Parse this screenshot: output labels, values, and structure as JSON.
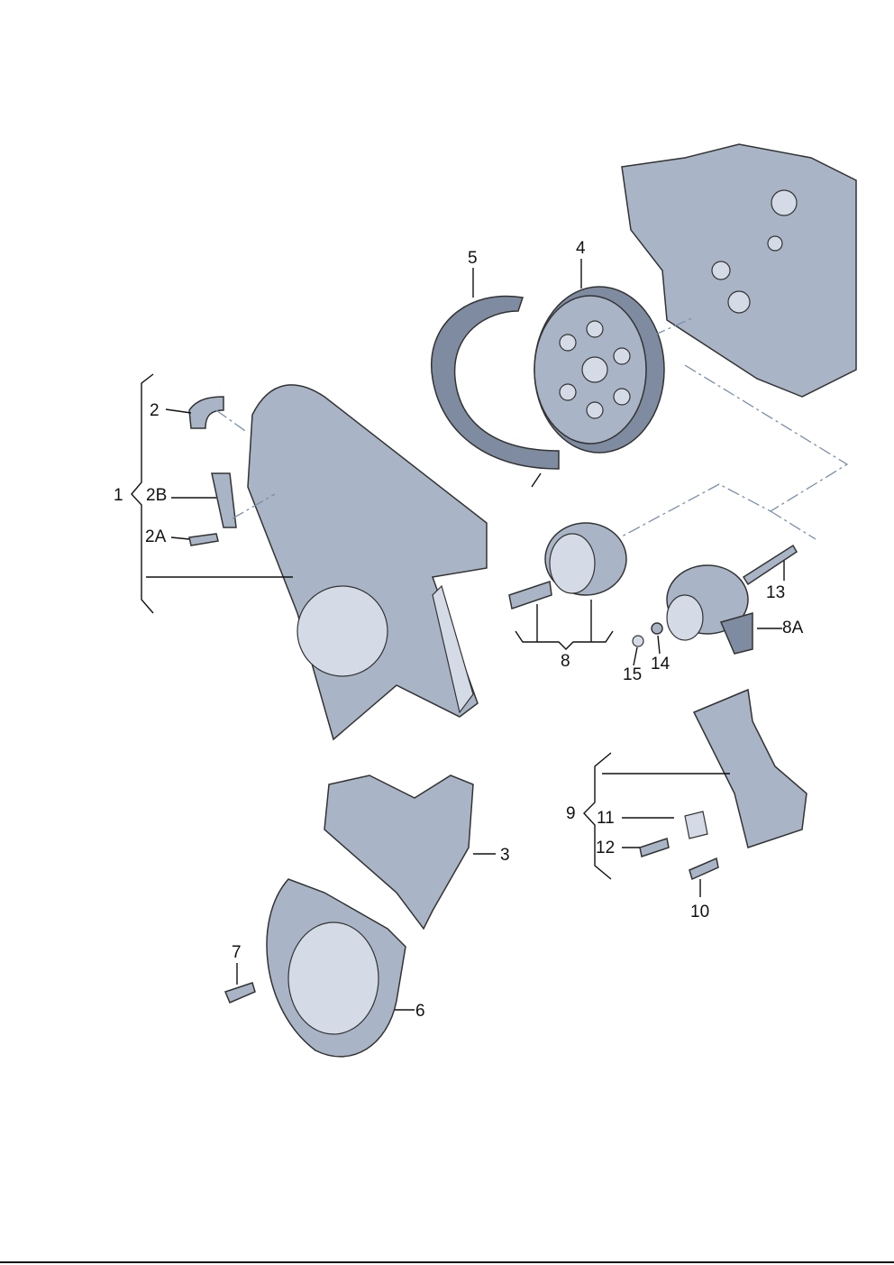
{
  "callouts": {
    "p1": "1",
    "p2": "2",
    "p2a": "2A",
    "p2b": "2B",
    "p3": "3",
    "p4": "4",
    "p5": "5",
    "p6": "6",
    "p7": "7",
    "p8": "8",
    "p8a": "8A",
    "p9": "9",
    "p10": "10",
    "p11": "11",
    "p12": "12",
    "p13": "13",
    "p14": "14",
    "p15": "15"
  },
  "colors": {
    "part": "#a9b5c6",
    "line": "#111111",
    "centerline": "#7a8fa8"
  }
}
